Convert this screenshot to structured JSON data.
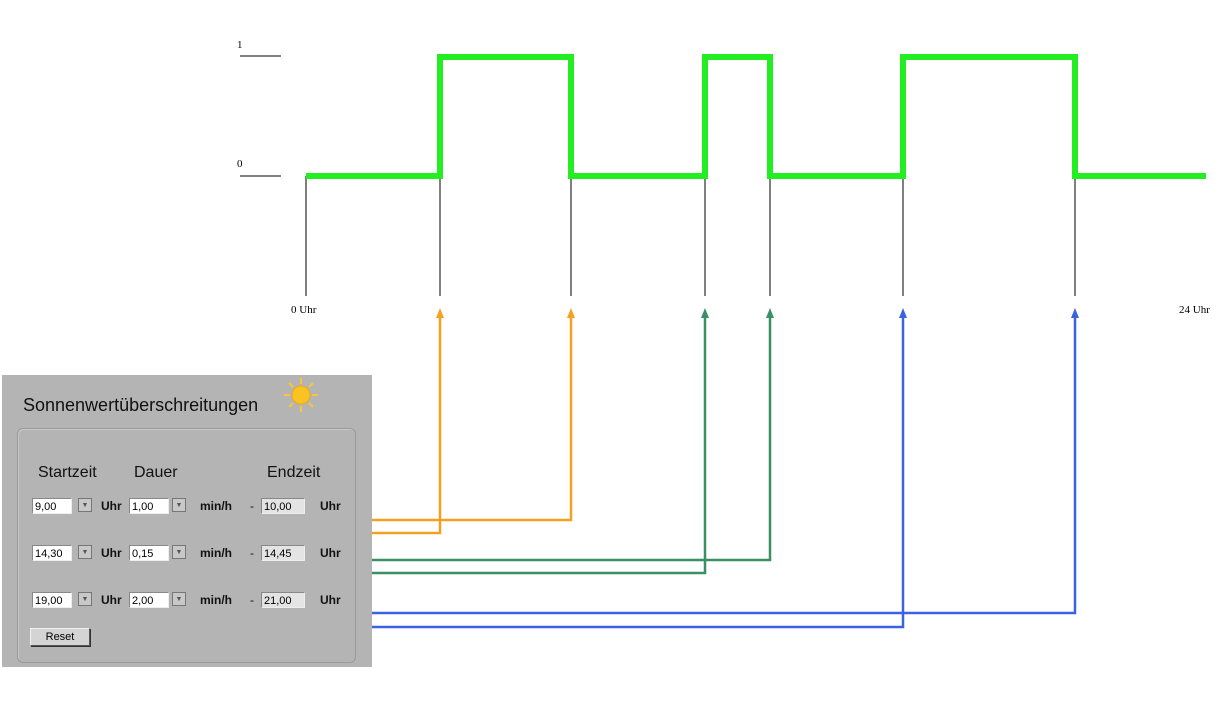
{
  "chart": {
    "y_labels": [
      "1",
      "0"
    ],
    "x_start_label": "0 Uhr",
    "x_end_label": "24 Uhr",
    "signal_color": "#22ee22",
    "segments": [
      {
        "name": "orange",
        "color": "#f5a020",
        "start": "9,00",
        "end": "10,00"
      },
      {
        "name": "green",
        "color": "#3a9065",
        "start": "14,30",
        "end": "14,45"
      },
      {
        "name": "blue",
        "color": "#3a62e2",
        "start": "19,00",
        "end": "21,00"
      }
    ]
  },
  "panel": {
    "title": "Sonnenwertüberschreitungen",
    "headers": {
      "start": "Startzeit",
      "duration": "Dauer",
      "end": "Endzeit"
    },
    "rows": [
      {
        "start": "9,00",
        "unit1": "Uhr",
        "duration": "1,00",
        "unit2": "min/h",
        "dash": "-",
        "end": "10,00",
        "unit3": "Uhr"
      },
      {
        "start": "14,30",
        "unit1": "Uhr",
        "duration": "0,15",
        "unit2": "min/h",
        "dash": "-",
        "end": "14,45",
        "unit3": "Uhr"
      },
      {
        "start": "19,00",
        "unit1": "Uhr",
        "duration": "2,00",
        "unit2": "min/h",
        "dash": "-",
        "end": "21,00",
        "unit3": "Uhr"
      }
    ],
    "reset_label": "Reset"
  }
}
